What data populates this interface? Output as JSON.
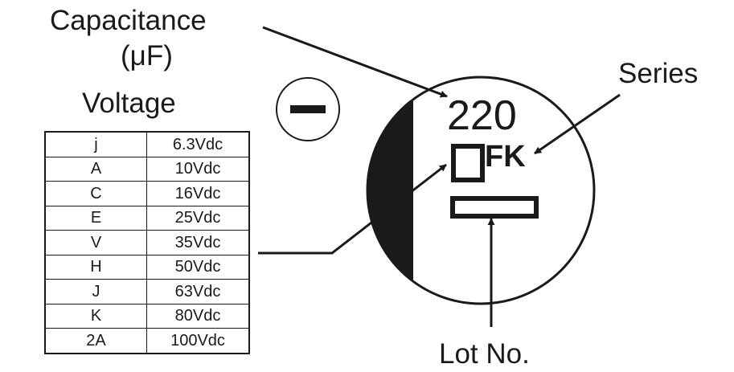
{
  "labels": {
    "capacitance": "Capacitance",
    "capacitance_unit": "(μF)",
    "voltage": "Voltage",
    "series": "Series",
    "lot_no": "Lot No."
  },
  "marking": {
    "capacitance_value": "220",
    "series_code": "FK",
    "polarity_symbol": "−"
  },
  "voltage_codes": [
    {
      "code": "j",
      "voltage": "6.3Vdc"
    },
    {
      "code": "A",
      "voltage": "10Vdc"
    },
    {
      "code": "C",
      "voltage": "16Vdc"
    },
    {
      "code": "E",
      "voltage": "25Vdc"
    },
    {
      "code": "V",
      "voltage": "35Vdc"
    },
    {
      "code": "H",
      "voltage": "50Vdc"
    },
    {
      "code": "J",
      "voltage": "63Vdc"
    },
    {
      "code": "K",
      "voltage": "80Vdc"
    },
    {
      "code": "2A",
      "voltage": "100Vdc"
    }
  ],
  "colors": {
    "ink": "#1a1a1a",
    "background": "#ffffff"
  }
}
